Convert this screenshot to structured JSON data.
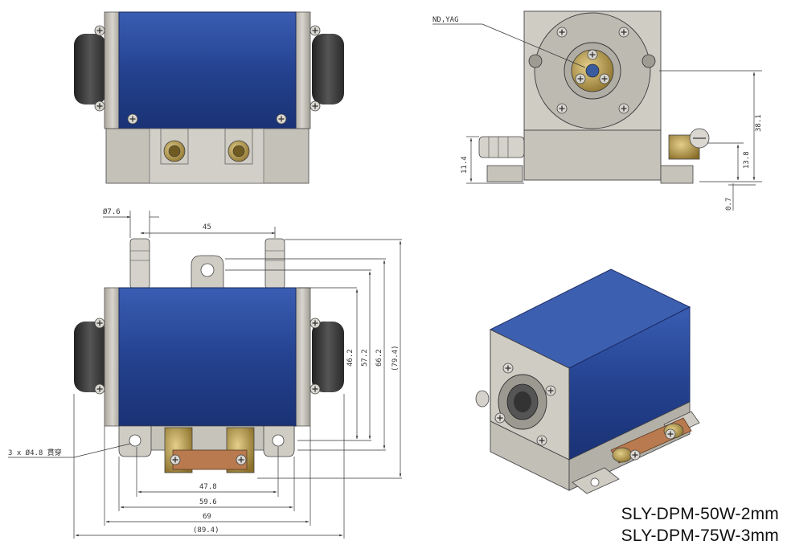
{
  "colors": {
    "panel_blue": "#24428f",
    "metal": "#c8c5bd",
    "metal_dark": "#8e8a82",
    "brass": "#b89a4a",
    "rubber": "#3a3a3a",
    "line": "#333333"
  },
  "labels": {
    "crystal": "ND,YAG",
    "hole_note": "3 x Ø4.8 貫穿",
    "dia_top": "Ø7.6"
  },
  "dimensions": {
    "top_view": {
      "d1": "45",
      "v1": "46.2",
      "v2": "57.2",
      "v3": "66.2",
      "v4": "(79.4)",
      "h1": "47.8",
      "h2": "59.6",
      "h3": "69",
      "h4": "(89.4)"
    },
    "side_view": {
      "v1": "38.1",
      "v2": "13.8",
      "v3": "11.4",
      "v4": "0.7"
    }
  },
  "models": [
    "SLY-DPM-50W-2mm",
    "SLY-DPM-75W-3mm"
  ],
  "icons": [
    "screw-icon",
    "fitting-icon",
    "connector-icon"
  ]
}
